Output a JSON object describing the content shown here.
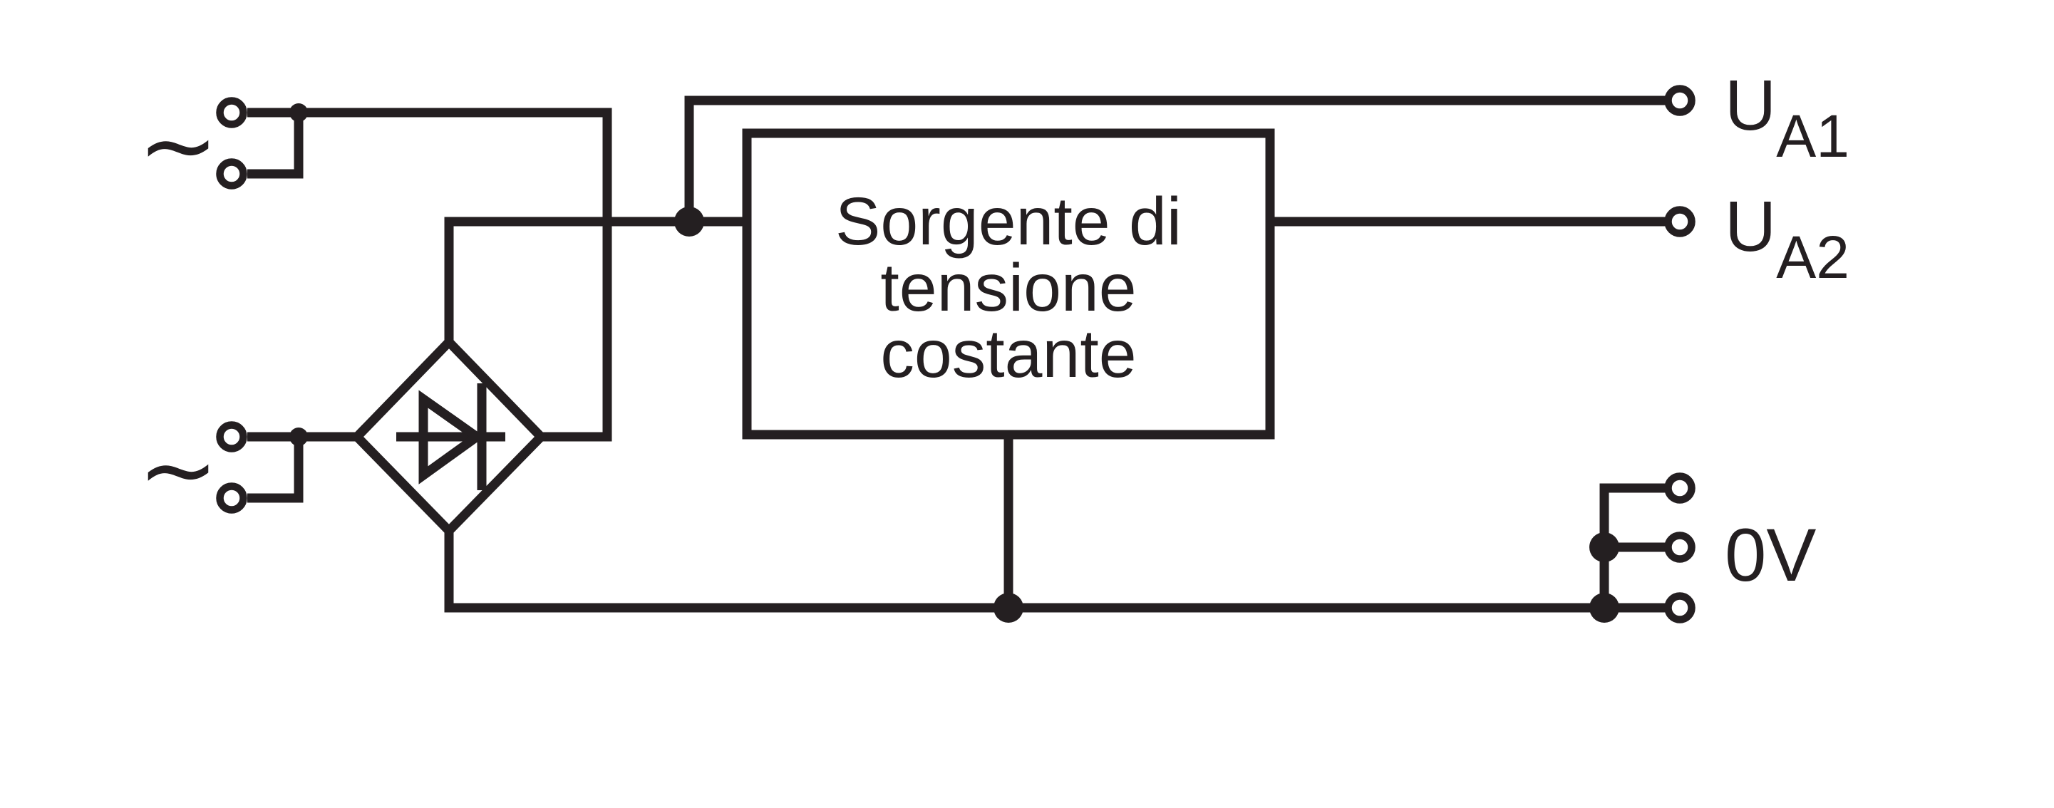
{
  "diagram": {
    "kind": "power-supply-schematic",
    "box": {
      "lines": [
        "Sorgente di",
        "tensione",
        "costante"
      ]
    },
    "ac_inputs": [
      {
        "symbol": "~"
      },
      {
        "symbol": "~"
      }
    ],
    "terminals": {
      "ua1": {
        "main": "U",
        "sub": "A1"
      },
      "ua2": {
        "main": "U",
        "sub": "A2"
      },
      "zero_v": {
        "label": "0V"
      }
    },
    "colors": {
      "line": "#241f21",
      "background": "#ffffff"
    }
  }
}
